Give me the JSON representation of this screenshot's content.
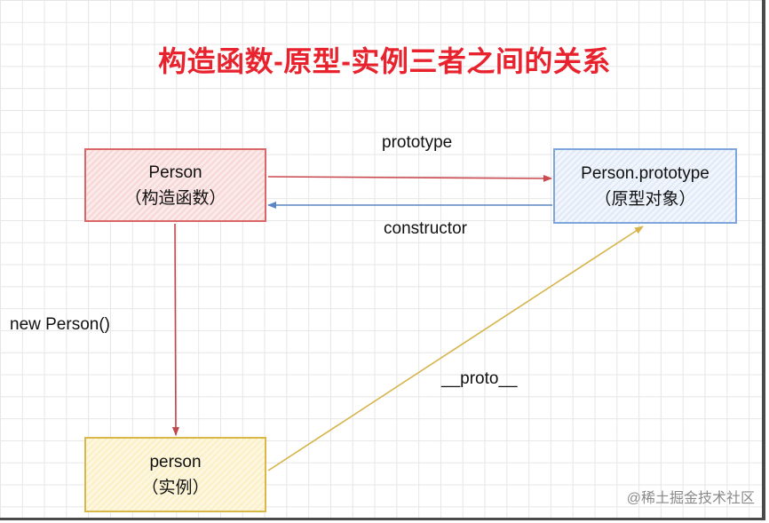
{
  "title": "构造函数-原型-实例三者之间的关系",
  "nodes": {
    "constructor": {
      "name": "Person",
      "role": "（构造函数）"
    },
    "prototype": {
      "name": "Person.prototype",
      "role": "（原型对象）"
    },
    "instance": {
      "name": "person",
      "role": "（实例）"
    }
  },
  "edges": {
    "prototype": "prototype",
    "constructor": "constructor",
    "new": "new Person()",
    "proto": "__proto__"
  },
  "watermark": "@稀土掘金技术社区",
  "colors": {
    "title": "#e8232e",
    "prototype_arrow": "#cc4a4f",
    "constructor_arrow": "#5b85c4",
    "new_arrow": "#c0494f",
    "proto_arrow": "#d6b44a"
  }
}
